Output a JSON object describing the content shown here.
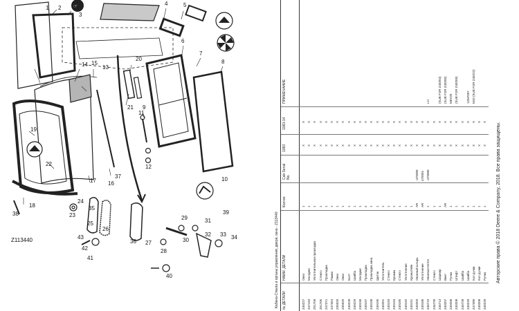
{
  "figure_id": "Z113440",
  "callouts": [
    "1",
    "2",
    "3",
    "4",
    "5",
    "6",
    "7",
    "8",
    "9",
    "10",
    "11",
    "12",
    "13",
    "14",
    "15",
    "16",
    "17",
    "18",
    "19",
    "20",
    "21",
    "22",
    "23",
    "24",
    "25",
    "26",
    "27",
    "28",
    "29",
    "30",
    "31",
    "32",
    "33",
    "34",
    "35",
    "36",
    "37",
    "38",
    "39",
    "40",
    "41",
    "42",
    "43"
  ],
  "ref_symbols": [
    "ro-hand-symbol",
    "up-arrow-symbol",
    "fan-symbol",
    "up-arrow-symbol-2"
  ],
  "table": {
    "title": "Кабина-Стекла и органы управления, двери, окна - Z113440",
    "headers": [
      "№ ДЕТАЛИ",
      "НАИМ. ДЕТАЛИ",
      "Кол-во",
      "Cab Serial No.",
      "1083",
      "1083-14",
      "ПРИМЕЧАНИЕ"
    ],
    "rows": [
      {
        "part": "Z40227",
        "name": "Окно",
        "qty": "1",
        "serial": "",
        "c1": "X",
        "c2": "X",
        "note": ""
      },
      {
        "part": "Z47193",
        "name": "Молдинг",
        "qty": "1",
        "serial": "",
        "c1": "X",
        "c2": "X",
        "note": ""
      },
      {
        "part": "Z51709",
        "name": "Уплотнительная прокладка",
        "qty": "1",
        "serial": "",
        "c1": "X",
        "c2": "X",
        "note": ""
      },
      {
        "part": "Z51705",
        "name": "Стекло",
        "qty": "1",
        "serial": "",
        "c1": "X",
        "c2": "X",
        "note": ""
      },
      {
        "part": "Z47371",
        "name": "Прокладка",
        "qty": "1",
        "serial": "",
        "c1": "X",
        "c2": "X",
        "note": ""
      },
      {
        "part": "Z47364",
        "name": "Рамка",
        "qty": "1",
        "serial": "",
        "c1": "X",
        "c2": "X",
        "note": ""
      },
      {
        "part": "Z35020",
        "name": "Окно",
        "qty": "1",
        "serial": "",
        "c1": "X",
        "c2": "X",
        "note": ""
      },
      {
        "part": "Z35033",
        "name": "Окно",
        "qty": "1",
        "serial": "",
        "c1": "X",
        "c2": "X",
        "note": ""
      },
      {
        "part": "Z40228",
        "name": "Болт",
        "qty": "1",
        "serial": "",
        "c1": "X",
        "c2": "X",
        "note": ""
      },
      {
        "part": "Z40229",
        "name": "Шайба",
        "qty": "1",
        "serial": "",
        "c1": "X",
        "c2": "X",
        "note": ""
      },
      {
        "part": "Z40196",
        "name": "Молдинг",
        "qty": "1",
        "serial": "",
        "c1": "X",
        "c2": "X",
        "note": ""
      },
      {
        "part": "Z40197",
        "name": "Прокладка",
        "qty": "2",
        "serial": "",
        "c1": "X",
        "c2": "X",
        "note": ""
      },
      {
        "part": "Z40198",
        "name": "Прокладка окна",
        "qty": "1",
        "serial": "",
        "c1": "X",
        "c2": "X",
        "note": ""
      },
      {
        "part": "Z40195",
        "name": "Щиток",
        "qty": "1",
        "serial": "",
        "c1": "X",
        "c2": "X",
        "note": ""
      },
      {
        "part": "Z40201",
        "name": "Уплотнитель",
        "qty": "1",
        "serial": "",
        "c1": "X",
        "c2": "X",
        "note": ""
      },
      {
        "part": "Z40193",
        "name": "Стекло",
        "qty": "1",
        "serial": "",
        "c1": "X",
        "c2": "X",
        "note": ""
      },
      {
        "part": "Z40194",
        "name": "Кромка",
        "qty": "1",
        "serial": "",
        "c1": "X",
        "c2": "X",
        "note": ""
      },
      {
        "part": "Z40185",
        "name": "Стекло",
        "qty": "1",
        "serial": "",
        "c1": "X",
        "c2": "X",
        "note": ""
      },
      {
        "part": "Z40192",
        "name": "Уплотнение",
        "qty": "1",
        "serial": "",
        "c1": "X",
        "c2": "X",
        "note": ""
      },
      {
        "part": "Z40191",
        "name": "Кронштейн",
        "qty": "1",
        "serial": "",
        "c1": "X",
        "c2": "X",
        "note": ""
      },
      {
        "part": "Z40203",
        "name": "Оконный штырь",
        "qty": "AR",
        "serial": "-475000",
        "c1": "X",
        "c2": "X",
        "note": ""
      },
      {
        "part": "Z40186",
        "name": "Уплотнение",
        "qty": "AR",
        "serial": "475001-",
        "c1": "X",
        "c2": "X",
        "note": ""
      },
      {
        "part": "Z46719",
        "name": "Оконная петля",
        "qty": "1",
        "serial": "-475000",
        "c1": "X",
        "c2": "X",
        "note": "LH"
      },
      {
        "part": "Z46720",
        "name": "Стекло",
        "qty": "1",
        "serial": "",
        "c1": "X",
        "c2": "X",
        "note": ""
      },
      {
        "part": "Z46713",
        "name": "Шарнир",
        "qty": "1",
        "serial": "",
        "c1": "X",
        "c2": "X",
        "note": "(SUB FOR Z40204)"
      },
      {
        "part": "Z40207",
        "name": "Винт",
        "qty": "AR",
        "serial": "",
        "c1": "X",
        "c2": "X",
        "note": "(SUB FOR Z40205)"
      },
      {
        "part": "Z40206",
        "name": "Ручка",
        "qty": "1",
        "serial": "",
        "c1": "X",
        "c2": "X",
        "note": "M6X20"
      },
      {
        "part": "Z40208",
        "name": "Штифт",
        "qty": "1",
        "serial": "",
        "c1": "X",
        "c2": "X",
        "note": "(SUB FOR Z40209)"
      },
      {
        "part": "Z46728",
        "name": "Шайба",
        "qty": "1",
        "serial": "",
        "c1": "X",
        "c2": "X",
        "note": ""
      },
      {
        "part": "Z40239",
        "name": "Шайба",
        "qty": "1",
        "serial": "",
        "c1": "X",
        "c2": "X",
        "note": "12M7097"
      },
      {
        "part": "Z47380",
        "name": "Кол ручки",
        "qty": "1",
        "serial": "",
        "c1": "X",
        "c2": "X",
        "note": "M10 (SUB FOR Z40222)"
      },
      {
        "part": "Z40208",
        "name": "Кол ручки",
        "qty": "1",
        "serial": "",
        "c1": "X",
        "c2": "X",
        "note": ""
      },
      {
        "part": "Z40220",
        "name": "Ручка",
        "qty": "1",
        "serial": "",
        "c1": "X",
        "c2": "X",
        "note": ""
      }
    ]
  },
  "copyright": "Авторские права © 2018 Deere & Company, 2018. Все права защищены."
}
